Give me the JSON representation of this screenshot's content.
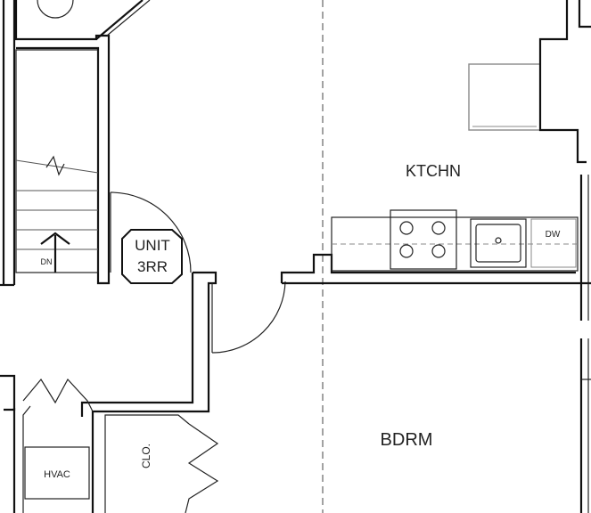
{
  "rooms": {
    "kitchen": "KTCHN",
    "bedroom": "BDRM",
    "hvac": "HVAC",
    "closet": "CLO."
  },
  "unit_tag": {
    "line1": "UNIT",
    "line2": "3RR"
  },
  "stair": {
    "direction": "DN"
  },
  "appliances": {
    "dishwasher": "DW"
  }
}
